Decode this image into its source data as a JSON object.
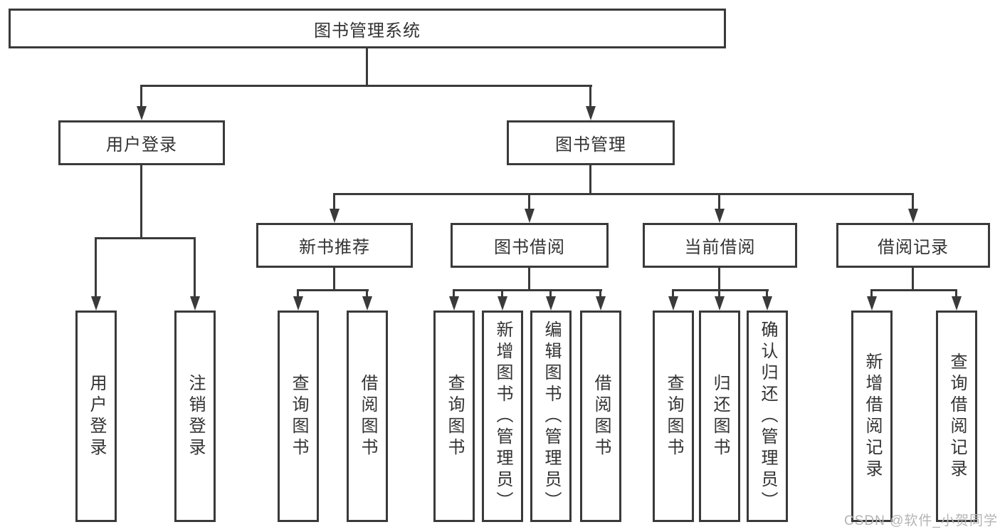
{
  "watermark": {
    "text": "CSDN @软件_小贺同学"
  },
  "colors": {
    "line": "#3a3a3a",
    "text": "#333333",
    "background": "#ffffff",
    "watermark": "#b4b4b4"
  },
  "tree": {
    "label": "图书管理系统",
    "children": [
      {
        "label": "用户登录",
        "children": [
          {
            "label": "用户登录"
          },
          {
            "label": "注销登录"
          }
        ]
      },
      {
        "label": "图书管理",
        "children": [
          {
            "label": "新书推荐",
            "children": [
              {
                "label": "查询图书"
              },
              {
                "label": "借阅图书"
              }
            ]
          },
          {
            "label": "图书借阅",
            "children": [
              {
                "label": "查询图书"
              },
              {
                "label": "新增图书（管理员）"
              },
              {
                "label": "编辑图书（管理员）"
              },
              {
                "label": "借阅图书"
              }
            ]
          },
          {
            "label": "当前借阅",
            "children": [
              {
                "label": "查询图书"
              },
              {
                "label": "归还图书"
              },
              {
                "label": "确认归还（管理员）"
              }
            ]
          },
          {
            "label": "借阅记录",
            "children": [
              {
                "label": "新增借阅记录"
              },
              {
                "label": "查询借阅记录"
              }
            ]
          }
        ]
      }
    ]
  }
}
